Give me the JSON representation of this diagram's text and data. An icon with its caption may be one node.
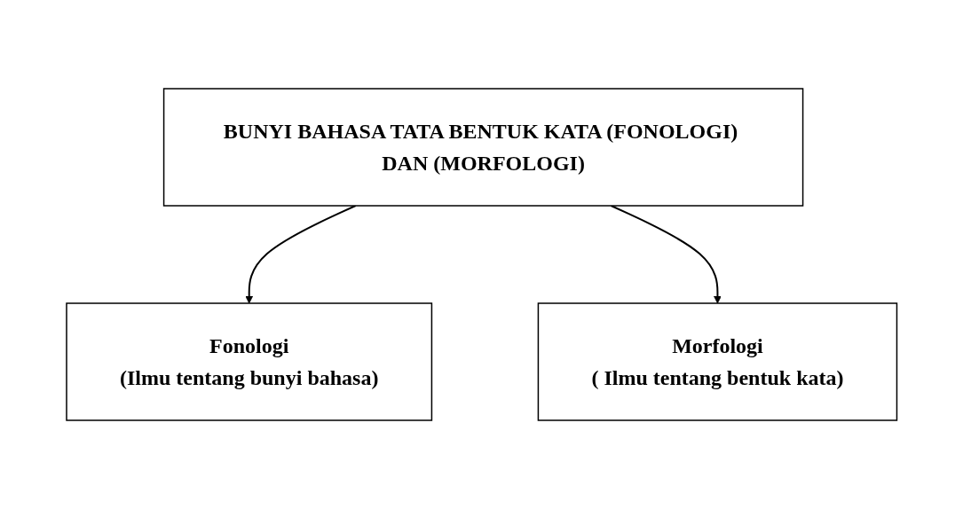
{
  "diagram": {
    "nodes": [
      {
        "text": [
          "BUNYI BAHASA TATA BENTUK KATA (FONOLOGI) DAN (MORFOLOGI)"
        ]
      },
      {
        "text": [
          "Fonologi",
          "(Ilmu tentang bunyi bahasa)"
        ]
      },
      {
        "text": [
          "Morfologi",
          "( Ilmu tentang bentuk kata)"
        ]
      }
    ],
    "edges": [
      {
        "from": 0,
        "to": 1,
        "arrow": "to"
      },
      {
        "from": 0,
        "to": 2,
        "arrow": "to"
      }
    ]
  }
}
